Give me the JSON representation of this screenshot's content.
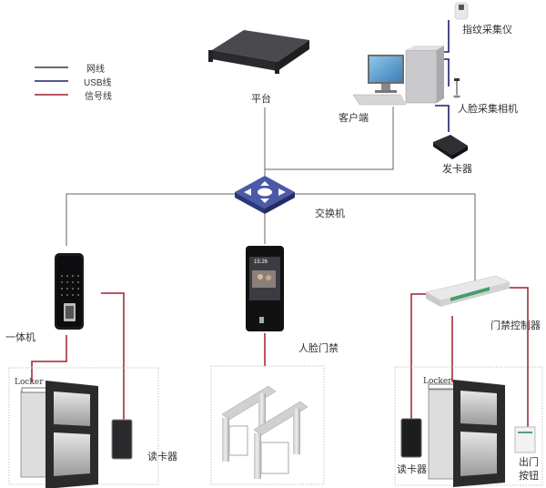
{
  "legend": {
    "items": [
      {
        "label": "网线",
        "color": "#3a3a3a",
        "kind": "network"
      },
      {
        "label": "USB线",
        "color": "#1e1e6e",
        "kind": "usb"
      },
      {
        "label": "信号线",
        "color": "#a01e2e",
        "kind": "signal"
      }
    ]
  },
  "colors": {
    "network": "#555555",
    "usb": "#1e1e6e",
    "signal": "#a01e2e",
    "zone_border": "#bbbbbb",
    "switch": "#3b4a8f"
  },
  "nodes": {
    "platform": {
      "label": "平台"
    },
    "client": {
      "label": "客户端"
    },
    "fingerprint": {
      "label": "指纹采集仪"
    },
    "face_camera": {
      "label": "人脸采集相机"
    },
    "card_issuer": {
      "label": "发卡器"
    },
    "switch": {
      "label": "交换机"
    },
    "all_in_one": {
      "label": "一体机"
    },
    "face_access": {
      "label": "人脸门禁"
    },
    "controller": {
      "label": "门禁控制器"
    },
    "card_reader_left": {
      "label": "读卡器"
    },
    "card_reader_right": {
      "label": "读卡器"
    },
    "locker_left": {
      "label": "Locker"
    },
    "locker_right": {
      "label": "Locker"
    },
    "exit_button": {
      "line1": "出门",
      "line2": "按钮"
    },
    "face_screen_time": "15:26"
  }
}
